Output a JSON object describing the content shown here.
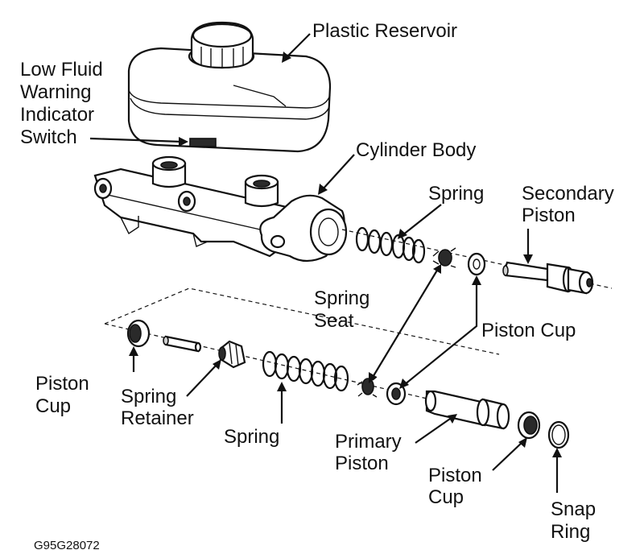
{
  "labels": {
    "plastic_reservoir": "Plastic Reservoir",
    "low_fluid": [
      "Low Fluid",
      "Warning",
      "Indicator",
      "Switch"
    ],
    "cylinder_body": "Cylinder Body",
    "spring_upper": "Spring",
    "secondary_piston": [
      "Secondary",
      "Piston"
    ],
    "spring_seat": [
      "Spring",
      "Seat"
    ],
    "piston_cup_right": "Piston Cup",
    "piston_cup_left": [
      "Piston",
      "Cup"
    ],
    "spring_retainer": [
      "Spring",
      "Retainer"
    ],
    "spring_lower": "Spring",
    "primary_piston": [
      "Primary",
      "Piston"
    ],
    "piston_cup_bottom": [
      "Piston",
      "Cup"
    ],
    "snap_ring": [
      "Snap",
      "Ring"
    ]
  },
  "figure_code": "G95G28072"
}
